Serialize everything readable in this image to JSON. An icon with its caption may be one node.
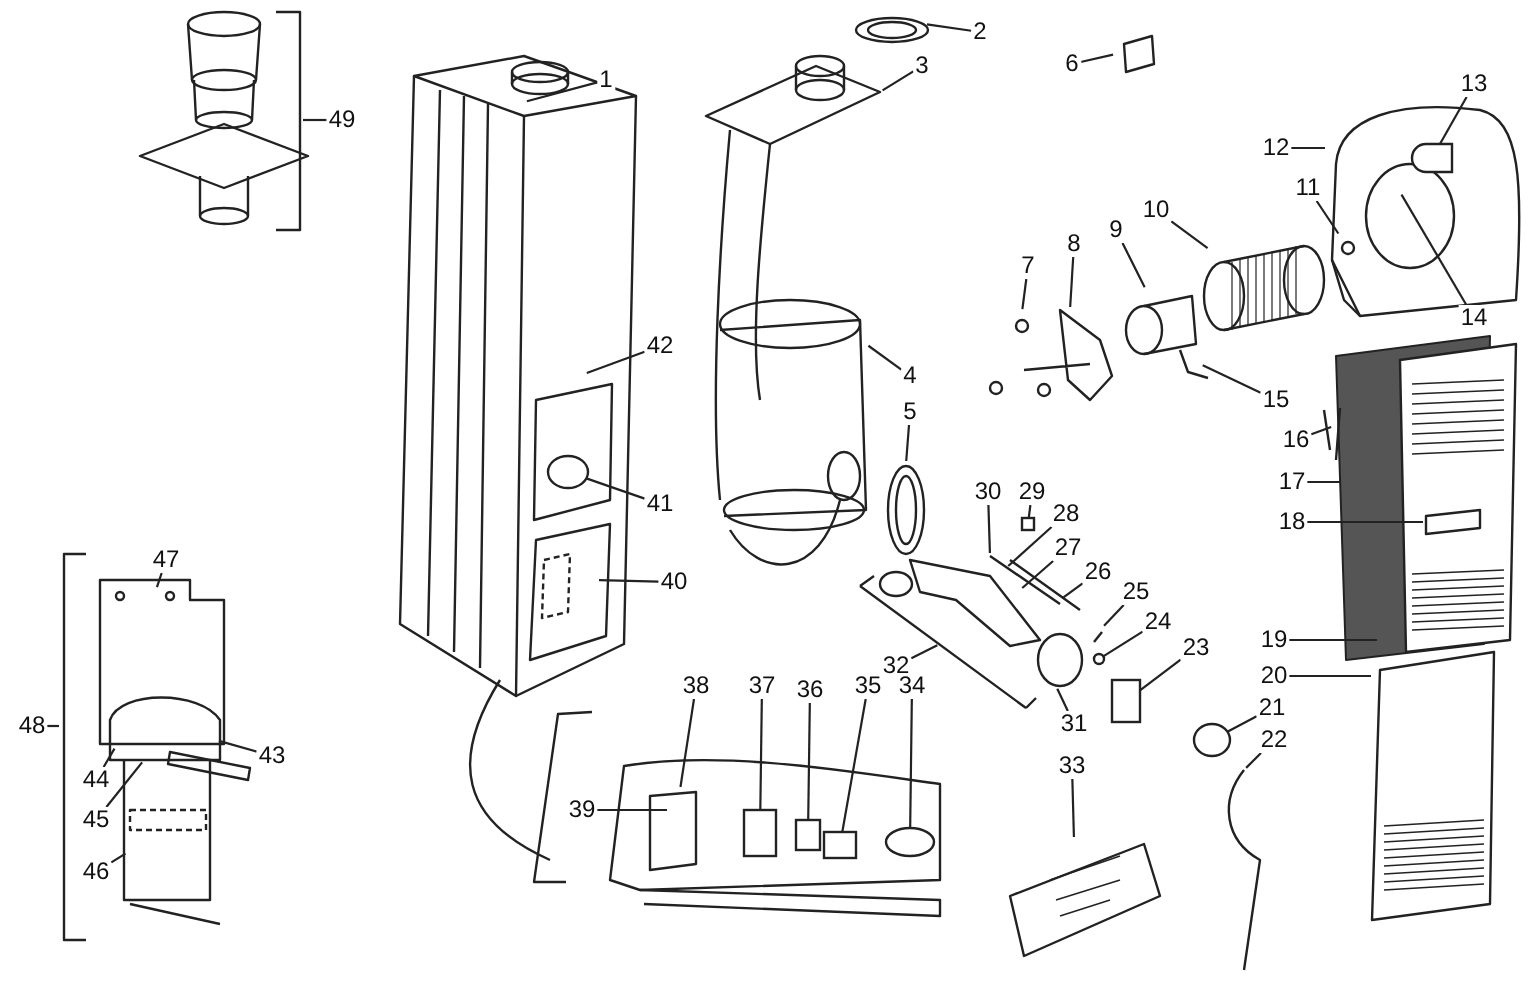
{
  "diagram": {
    "nodes": [
      {
        "text": [
          "1"
        ]
      },
      {
        "text": [
          "2"
        ]
      },
      {
        "text": [
          "3"
        ]
      },
      {
        "text": [
          "4"
        ]
      },
      {
        "text": [
          "5"
        ]
      },
      {
        "text": [
          "6"
        ]
      },
      {
        "text": [
          "7"
        ]
      },
      {
        "text": [
          "8"
        ]
      },
      {
        "text": [
          "9"
        ]
      },
      {
        "text": [
          "10"
        ]
      },
      {
        "text": [
          "11"
        ]
      },
      {
        "text": [
          "12"
        ]
      },
      {
        "text": [
          "13"
        ]
      },
      {
        "text": [
          "14"
        ]
      },
      {
        "text": [
          "15"
        ]
      },
      {
        "text": [
          "16"
        ]
      },
      {
        "text": [
          "17"
        ]
      },
      {
        "text": [
          "18"
        ]
      },
      {
        "text": [
          "19"
        ]
      },
      {
        "text": [
          "20"
        ]
      },
      {
        "text": [
          "21"
        ]
      },
      {
        "text": [
          "22"
        ]
      },
      {
        "text": [
          "23"
        ]
      },
      {
        "text": [
          "24"
        ]
      },
      {
        "text": [
          "25"
        ]
      },
      {
        "text": [
          "26"
        ]
      },
      {
        "text": [
          "27"
        ]
      },
      {
        "text": [
          "28"
        ]
      },
      {
        "text": [
          "29"
        ]
      },
      {
        "text": [
          "30"
        ]
      },
      {
        "text": [
          "31"
        ]
      },
      {
        "text": [
          "32"
        ]
      },
      {
        "text": [
          "33"
        ]
      },
      {
        "text": [
          "34"
        ]
      },
      {
        "text": [
          "35"
        ]
      },
      {
        "text": [
          "36"
        ]
      },
      {
        "text": [
          "37"
        ]
      },
      {
        "text": [
          "38"
        ]
      },
      {
        "text": [
          "39"
        ]
      },
      {
        "text": [
          "40"
        ]
      },
      {
        "text": [
          "41"
        ]
      },
      {
        "text": [
          "42"
        ]
      },
      {
        "text": [
          "43"
        ]
      },
      {
        "text": [
          "44"
        ]
      },
      {
        "text": [
          "45"
        ]
      },
      {
        "text": [
          "46"
        ]
      },
      {
        "text": [
          "47"
        ]
      },
      {
        "text": [
          "48"
        ]
      },
      {
        "text": [
          "49"
        ]
      },
      {
        "text": [],
        "shape": "cylinder"
      },
      {
        "text": [],
        "shape": "circle"
      },
      {
        "text": [],
        "shape": "box"
      },
      {
        "text": [],
        "shape": "circle"
      },
      {
        "text": [],
        "shape": "box"
      },
      {
        "text": [],
        "shape": "circle"
      },
      {
        "text": [],
        "shape": "box"
      },
      {
        "text": [],
        "shape": "box"
      },
      {
        "text": [],
        "shape": "box"
      },
      {
        "text": [],
        "shape": "circle"
      }
    ],
    "edges": [
      {
        "from": 0,
        "to": null,
        "arrow": "none"
      },
      {
        "from": 1,
        "to": null,
        "arrow": "none"
      },
      {
        "from": 2,
        "to": null,
        "arrow": "none"
      },
      {
        "from": 3,
        "to": null,
        "arrow": "none"
      },
      {
        "from": 4,
        "to": null,
        "arrow": "none"
      },
      {
        "from": 5,
        "to": null,
        "arrow": "none"
      },
      {
        "from": 6,
        "to": null,
        "arrow": "none"
      },
      {
        "from": 7,
        "to": null,
        "arrow": "none"
      },
      {
        "from": 8,
        "to": null,
        "arrow": "none"
      },
      {
        "from": 9,
        "to": null,
        "arrow": "none"
      },
      {
        "from": 10,
        "to": null,
        "arrow": "none"
      },
      {
        "from": 11,
        "to": null,
        "arrow": "none"
      },
      {
        "from": 12,
        "to": 49,
        "arrow": "none"
      },
      {
        "from": 13,
        "to": null,
        "arrow": "none"
      },
      {
        "from": 14,
        "to": null,
        "arrow": "none"
      },
      {
        "from": 15,
        "to": null,
        "arrow": "none"
      },
      {
        "from": 16,
        "to": null,
        "arrow": "none"
      },
      {
        "from": 17,
        "to": null,
        "arrow": "none"
      },
      {
        "from": 18,
        "to": null,
        "arrow": "none"
      },
      {
        "from": 19,
        "to": null,
        "arrow": "none"
      },
      {
        "from": 20,
        "to": 50,
        "arrow": "none"
      },
      {
        "from": 21,
        "to": null,
        "arrow": "none"
      },
      {
        "from": 22,
        "to": 51,
        "arrow": "none"
      },
      {
        "from": 23,
        "to": 52,
        "arrow": "none"
      },
      {
        "from": 24,
        "to": null,
        "arrow": "none"
      },
      {
        "from": 25,
        "to": null,
        "arrow": "none"
      },
      {
        "from": 26,
        "to": null,
        "arrow": "none"
      },
      {
        "from": 27,
        "to": null,
        "arrow": "none"
      },
      {
        "from": 28,
        "to": 53,
        "arrow": "none"
      },
      {
        "from": 29,
        "to": null,
        "arrow": "none"
      },
      {
        "from": 30,
        "to": null,
        "arrow": "none"
      },
      {
        "from": 31,
        "to": null,
        "arrow": "none"
      },
      {
        "from": 32,
        "to": null,
        "arrow": "none"
      },
      {
        "from": 33,
        "to": 54,
        "arrow": "none"
      },
      {
        "from": 34,
        "to": 55,
        "arrow": "none"
      },
      {
        "from": 35,
        "to": 56,
        "arrow": "none"
      },
      {
        "from": 36,
        "to": 57,
        "arrow": "none"
      },
      {
        "from": 37,
        "to": null,
        "arrow": "none"
      },
      {
        "from": 38,
        "to": null,
        "arrow": "none"
      },
      {
        "from": 39,
        "to": null,
        "arrow": "none"
      },
      {
        "from": 40,
        "to": 58,
        "arrow": "none"
      },
      {
        "from": 41,
        "to": null,
        "arrow": "none"
      },
      {
        "from": 42,
        "to": null,
        "arrow": "none"
      },
      {
        "from": 43,
        "to": null,
        "arrow": "none"
      },
      {
        "from": 44,
        "to": null,
        "arrow": "none"
      },
      {
        "from": 45,
        "to": null,
        "arrow": "none"
      },
      {
        "from": 46,
        "to": null,
        "arrow": "none"
      },
      {
        "from": 47,
        "to": null,
        "arrow": "none"
      },
      {
        "from": 48,
        "to": null,
        "arrow": "none"
      }
    ]
  }
}
